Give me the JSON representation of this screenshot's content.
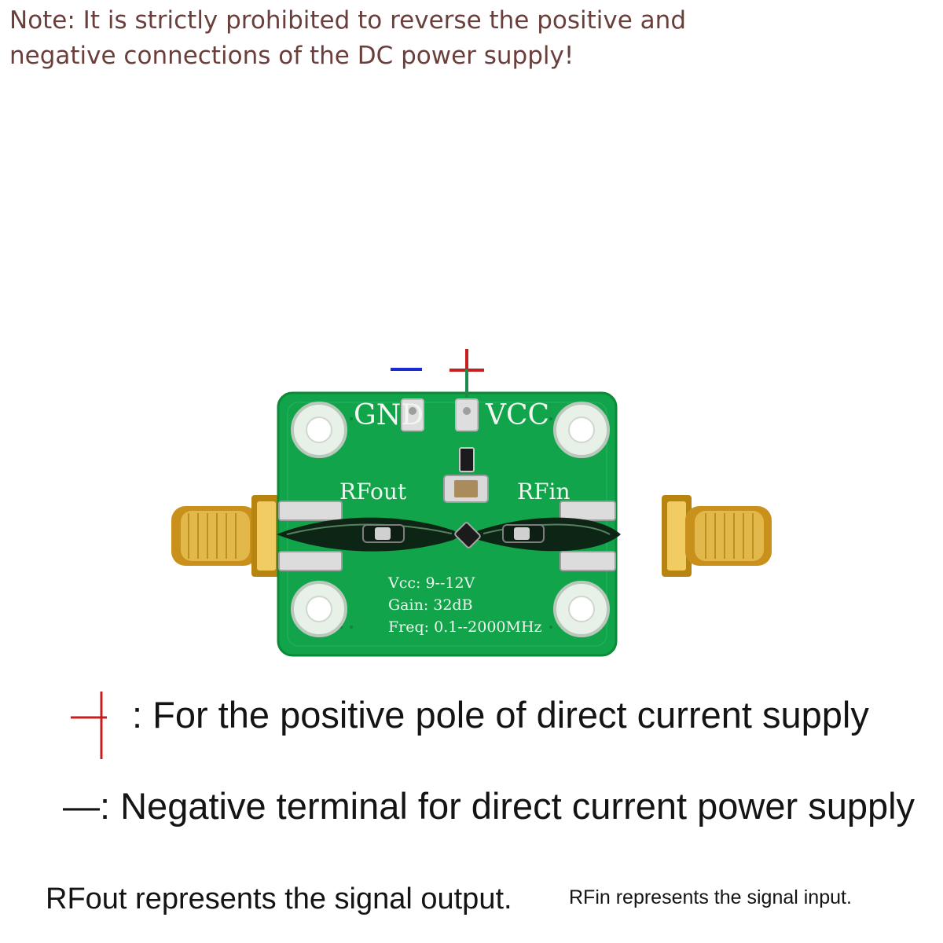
{
  "warning_note": "Note: It is strictly prohibited to reverse the positive and negative connections of the DC power supply!",
  "board": {
    "gnd_label": "GND",
    "vcc_label": "VCC",
    "rfout_label": "RFout",
    "rfin_label": "RFin",
    "spec_vcc": "Vcc: 9--12V",
    "spec_gain": "Gain: 32dB",
    "spec_freq": "Freq: 0.1--2000MHz",
    "colors": {
      "pcb": "#14a34a",
      "pcb_dark": "#0f7b33",
      "gold": "#d4a62c",
      "negative_mark": "#1a2bd6",
      "positive_mark": "#c51f1f",
      "probe_green": "#1f8a4d"
    }
  },
  "legend": {
    "positive_text": ": For the positive pole of direct current supply",
    "negative_text": "—: Negative terminal for direct current power supply"
  },
  "footer": {
    "rfout_text": "RFout represents the signal output.",
    "rfin_text": "RFin represents the signal input."
  },
  "icons": {
    "positive": "positive-pole-icon",
    "negative": "negative-pole-icon"
  }
}
